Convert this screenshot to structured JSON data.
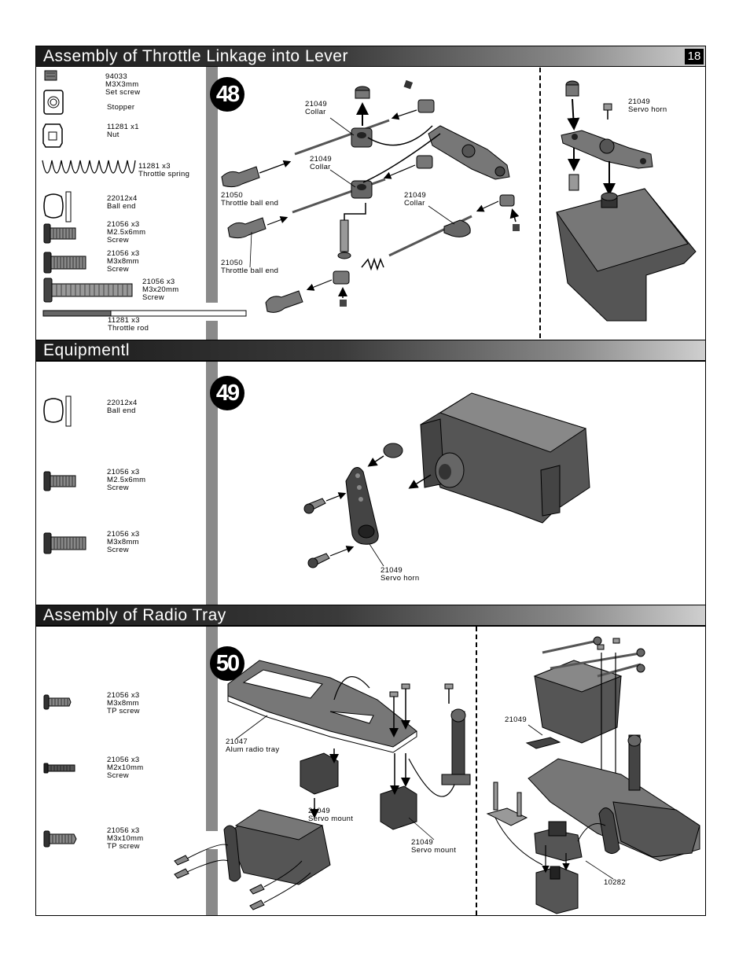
{
  "page_number": "18",
  "sections": {
    "s1": {
      "title": "Assembly of Throttle Linkage into Lever",
      "step": "48",
      "parts": [
        {
          "lines": [
            "94033",
            "M3X3mm",
            "Set screw"
          ]
        },
        {
          "lines": [
            "Stopper"
          ]
        },
        {
          "lines": [
            "11281 x1",
            "Nut"
          ]
        },
        {
          "lines": [
            "11281 x3",
            "Throttle spring"
          ]
        },
        {
          "lines": [
            "22012x4",
            "Ball end"
          ]
        },
        {
          "lines": [
            "21056 x3",
            "M2.5x6mm",
            "Screw"
          ]
        },
        {
          "lines": [
            "21056 x3",
            "M3x8mm",
            "Screw"
          ]
        },
        {
          "lines": [
            "21056 x3",
            "M3x20mm",
            "Screw"
          ]
        },
        {
          "lines": [
            "11281 x3",
            "Throttle rod"
          ]
        }
      ],
      "callouts": [
        {
          "lines": [
            "21049",
            "Collar"
          ]
        },
        {
          "lines": [
            "21049",
            "Collar"
          ]
        },
        {
          "lines": [
            "21050",
            "Throttle ball end"
          ]
        },
        {
          "lines": [
            "21049",
            "Collar"
          ]
        },
        {
          "lines": [
            "21050",
            "Throttle ball end"
          ]
        },
        {
          "lines": [
            "21049",
            "Servo horn"
          ]
        }
      ]
    },
    "s2": {
      "title": "Equipmentl",
      "step": "49",
      "parts": [
        {
          "lines": [
            "22012x4",
            "Ball end"
          ]
        },
        {
          "lines": [
            "21056 x3",
            "M2.5x6mm",
            "Screw"
          ]
        },
        {
          "lines": [
            "21056 x3",
            "M3x8mm",
            "Screw"
          ]
        }
      ],
      "callouts": [
        {
          "lines": [
            "21049",
            "Servo horn"
          ]
        }
      ]
    },
    "s3": {
      "title": "Assembly of Radio Tray",
      "step": "50",
      "parts": [
        {
          "lines": [
            "21056 x3",
            "M3x8mm",
            "TP screw"
          ]
        },
        {
          "lines": [
            "21056 x3",
            "M2x10mm",
            "Screw"
          ]
        },
        {
          "lines": [
            "21056 x3",
            "M3x10mm",
            "TP screw"
          ]
        }
      ],
      "callouts": [
        {
          "lines": [
            "21047",
            "Alum radio tray"
          ]
        },
        {
          "lines": [
            "21049",
            "Servo mount"
          ]
        },
        {
          "lines": [
            "21049",
            "Servo mount"
          ]
        },
        {
          "lines": [
            "21049"
          ]
        },
        {
          "lines": [
            "10282"
          ]
        }
      ]
    }
  }
}
